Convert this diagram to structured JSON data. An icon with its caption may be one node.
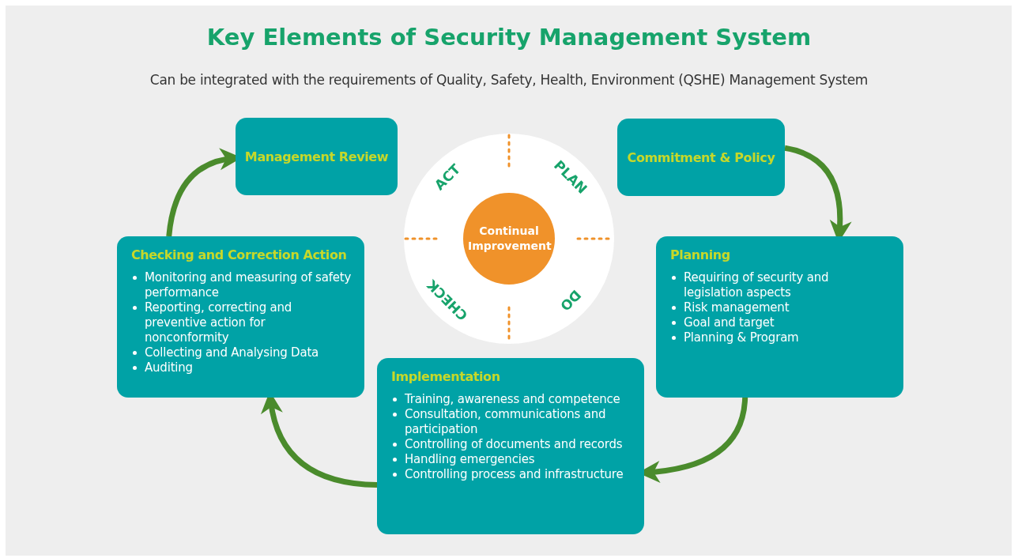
{
  "diagram": {
    "title": "Key Elements of Security Management System",
    "nodes": [
      {
        "text": [
          "Management Review"
        ]
      },
      {
        "text": [
          "Commitment & Policy"
        ]
      },
      {
        "text": [
          "ACT",
          "PLAN",
          "CHECK",
          "DO"
        ]
      },
      {
        "text": [
          "Continual Improvement"
        ],
        "in": 2
      },
      {
        "text": [
          "Checking and Correction Action",
          "Monitoring and measuring of safety performance",
          "Reporting, correcting and preventive action for nonconformity",
          "Collecting and Analysing Data",
          "Auditing"
        ]
      },
      {
        "text": [
          "Planning",
          "Requiring of security and legislation aspects",
          "Risk management",
          "Goal and target",
          "Planning & Program"
        ]
      },
      {
        "text": [
          "Implementation",
          "Training, awareness and competence",
          "Consultation, communications and participation",
          "Controlling of documents and records",
          "Handling emergencies",
          "Controlling process and infrastructure"
        ]
      }
    ],
    "edges": [
      {
        "from": 1,
        "to": 5,
        "arrow": "to"
      },
      {
        "from": 5,
        "to": 6,
        "arrow": "to"
      },
      {
        "from": 6,
        "to": 4,
        "arrow": "to"
      },
      {
        "from": 4,
        "to": 0,
        "arrow": "to"
      }
    ],
    "labels": [
      "Can be integrated with the requirements of Quality, Safety, Health, Environment (QSHE) Management System"
    ]
  }
}
